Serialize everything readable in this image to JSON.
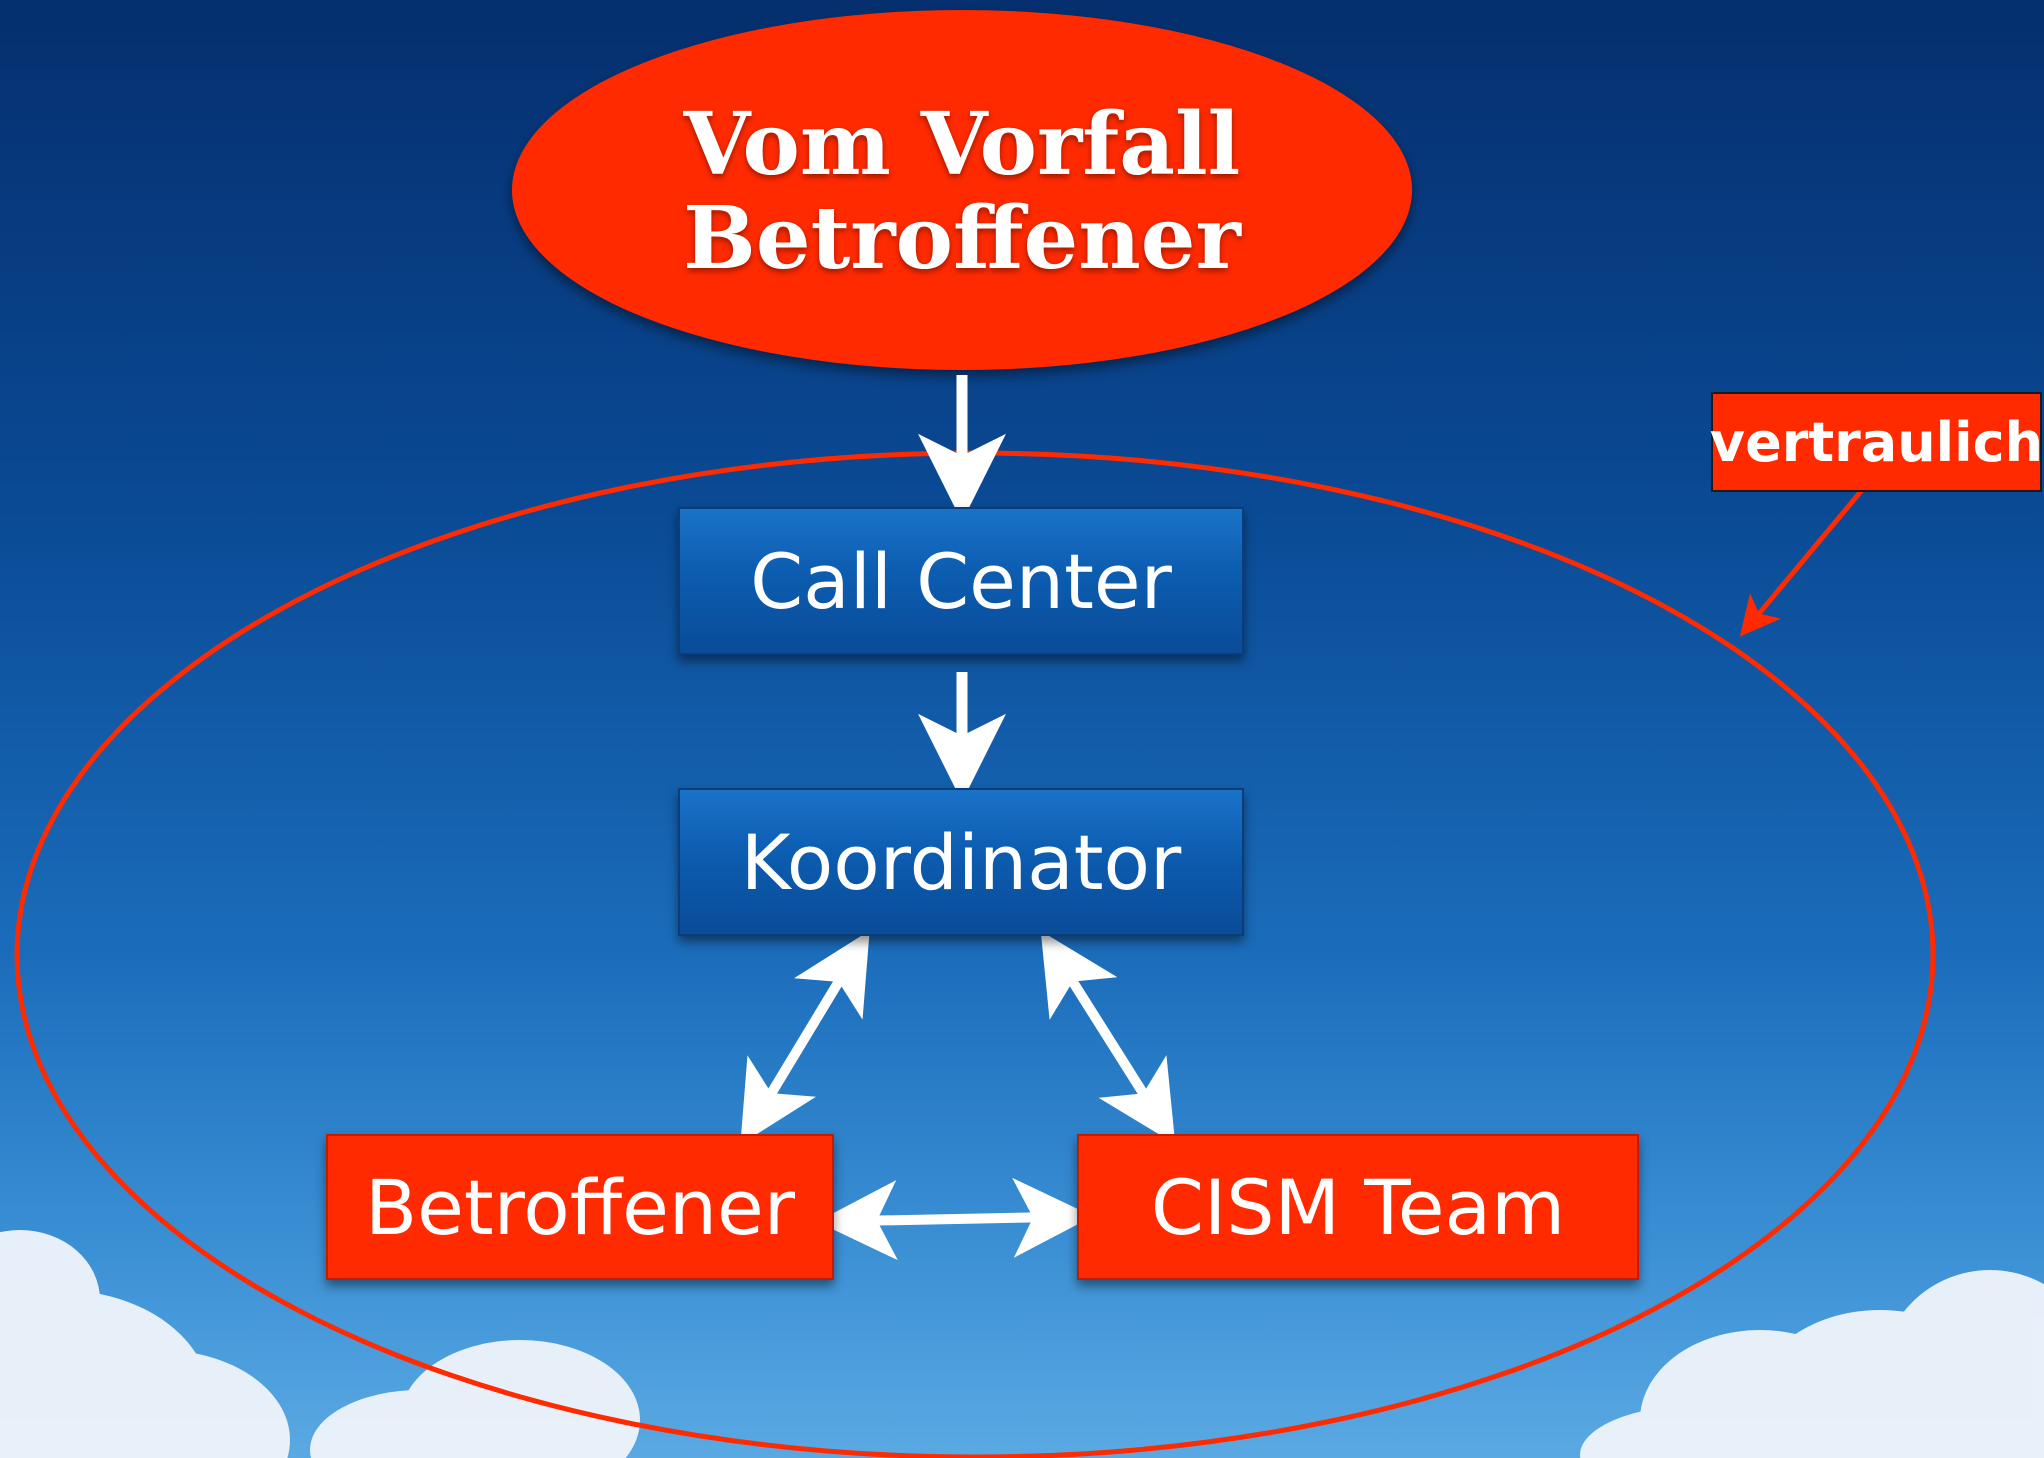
{
  "title": {
    "line1": "Vom Vorfall",
    "line2": "Betroffener"
  },
  "nodes": {
    "call_center": "Call Center",
    "koordinator": "Koordinator",
    "betroffener": "Betroffener",
    "cism_team": "CISM Team"
  },
  "callout": {
    "label": "vertraulich"
  },
  "colors": {
    "accent_red": "#ff2a00",
    "node_blue": "#0c5cb0",
    "arrow_white": "#ffffff"
  }
}
